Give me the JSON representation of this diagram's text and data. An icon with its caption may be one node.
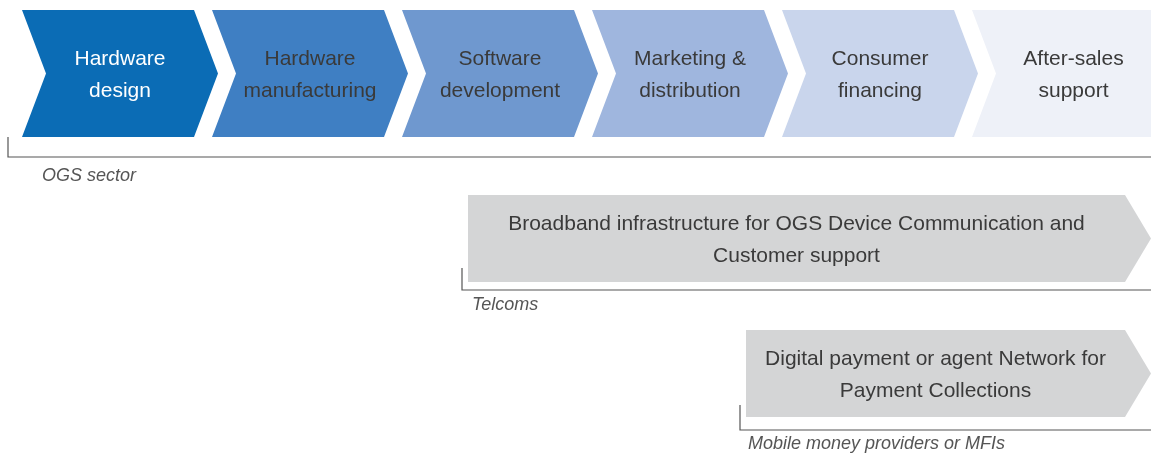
{
  "diagram": {
    "nodes": [
      {
        "text": [
          "Hardware design"
        ]
      },
      {
        "text": [
          "Hardware manufacturing"
        ]
      },
      {
        "text": [
          "Software development"
        ]
      },
      {
        "text": [
          "Marketing & distribution"
        ]
      },
      {
        "text": [
          "Consumer financing"
        ]
      },
      {
        "text": [
          "After-sales support"
        ]
      },
      {
        "text": [
          "Broadband infrastructure for OGS Device Communication and Customer support"
        ]
      },
      {
        "text": [
          "Digital payment or agent Network for Payment Collections"
        ]
      }
    ],
    "edges": [],
    "labels": [
      "OGS sector",
      "Telcoms",
      "Mobile money providers or MFIs"
    ]
  }
}
